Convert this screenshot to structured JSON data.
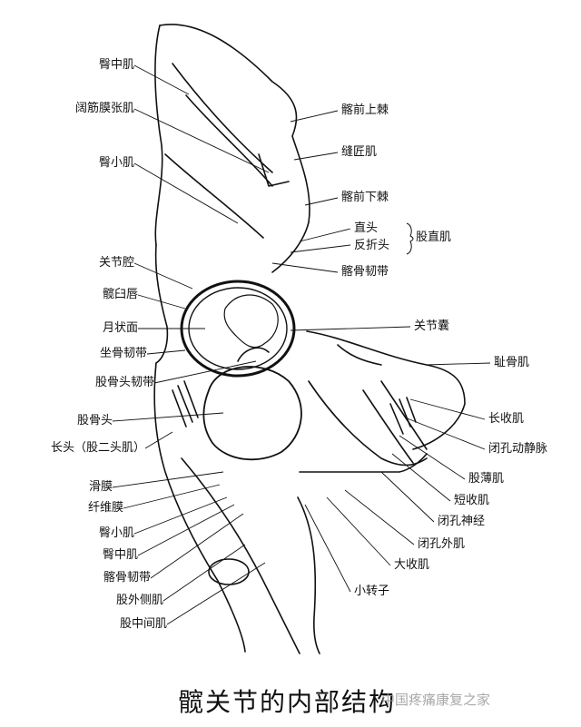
{
  "title": "髋关节的内部结构",
  "watermark": "中国疼痛康复之家",
  "labels_left": [
    "臀中肌",
    "阔筋膜张肌",
    "臀小肌",
    "关节腔",
    "髋臼唇",
    "月状面",
    "坐骨韧带",
    "股骨头韧带",
    "股骨头",
    "长头（股二头肌）",
    "滑膜",
    "纤维膜",
    "臀小肌",
    "臀中肌",
    "髂骨韧带",
    "股外侧肌",
    "股中间肌"
  ],
  "labels_right": [
    "髂前上棘",
    "缝匠肌",
    "髂前下棘",
    "直头",
    "反折头",
    "股直肌",
    "髂骨韧带",
    "关节囊",
    "耻骨肌",
    "长收肌",
    "闭孔动静脉",
    "股薄肌",
    "短收肌",
    "闭孔神经",
    "闭孔外肌",
    "大收肌",
    "小转子"
  ],
  "colors": {
    "ink": "#111111",
    "paper": "#ffffff"
  }
}
